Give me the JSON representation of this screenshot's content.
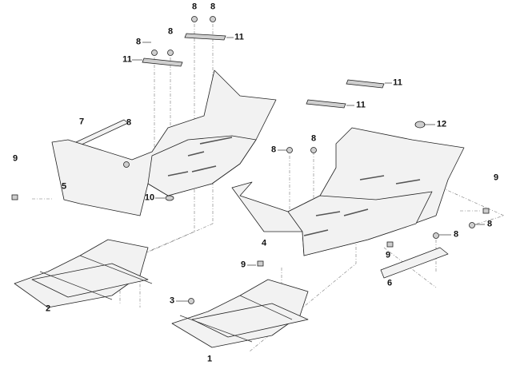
{
  "diagram": {
    "title": "Footwell / floor panels exploded view",
    "callouts": [
      {
        "id": "c8a",
        "text": "8"
      },
      {
        "id": "c8b",
        "text": "8"
      },
      {
        "id": "c11a",
        "text": "11"
      },
      {
        "id": "c8c",
        "text": "8"
      },
      {
        "id": "c8d",
        "text": "8"
      },
      {
        "id": "c11b",
        "text": "11"
      },
      {
        "id": "c7",
        "text": "7"
      },
      {
        "id": "c8e",
        "text": "8"
      },
      {
        "id": "c9a",
        "text": "9"
      },
      {
        "id": "c5",
        "text": "5"
      },
      {
        "id": "c10",
        "text": "10"
      },
      {
        "id": "c11c",
        "text": "11"
      },
      {
        "id": "c11d",
        "text": "11"
      },
      {
        "id": "c12",
        "text": "12"
      },
      {
        "id": "c8f",
        "text": "8"
      },
      {
        "id": "c8g",
        "text": "8"
      },
      {
        "id": "c9b",
        "text": "9"
      },
      {
        "id": "c8h",
        "text": "8"
      },
      {
        "id": "c8i",
        "text": "8"
      },
      {
        "id": "c4",
        "text": "4"
      },
      {
        "id": "c9c",
        "text": "9"
      },
      {
        "id": "c9d",
        "text": "9"
      },
      {
        "id": "c6",
        "text": "6"
      },
      {
        "id": "c2",
        "text": "2"
      },
      {
        "id": "c3",
        "text": "3"
      },
      {
        "id": "c1",
        "text": "1"
      }
    ]
  }
}
